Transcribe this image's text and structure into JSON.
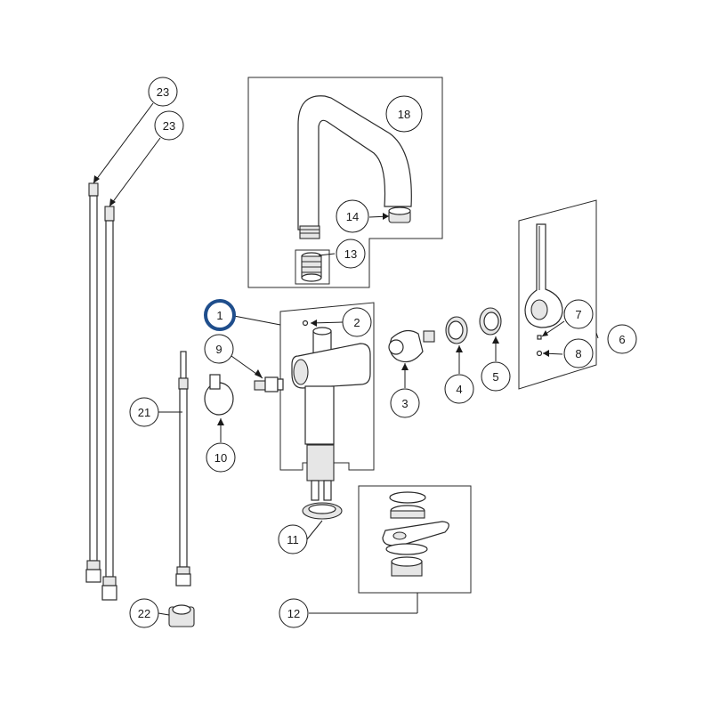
{
  "diagram": {
    "callouts": [
      {
        "id": "c1",
        "label": "1",
        "highlighted": true
      },
      {
        "id": "c2",
        "label": "2"
      },
      {
        "id": "c3",
        "label": "3"
      },
      {
        "id": "c4",
        "label": "4"
      },
      {
        "id": "c5",
        "label": "5"
      },
      {
        "id": "c6",
        "label": "6"
      },
      {
        "id": "c7",
        "label": "7"
      },
      {
        "id": "c8",
        "label": "8"
      },
      {
        "id": "c9",
        "label": "9"
      },
      {
        "id": "c10",
        "label": "10"
      },
      {
        "id": "c11",
        "label": "11"
      },
      {
        "id": "c12",
        "label": "12"
      },
      {
        "id": "c13",
        "label": "13"
      },
      {
        "id": "c14",
        "label": "14"
      },
      {
        "id": "c18",
        "label": "18"
      },
      {
        "id": "c21",
        "label": "21"
      },
      {
        "id": "c22",
        "label": "22"
      },
      {
        "id": "c23a",
        "label": "23"
      },
      {
        "id": "c23b",
        "label": "23"
      }
    ],
    "colors": {
      "highlight_ring": "#1f4e8c",
      "line": "#2a2a2a",
      "part_fill": "#ffffff",
      "part_shade": "#e6e6e6"
    }
  }
}
